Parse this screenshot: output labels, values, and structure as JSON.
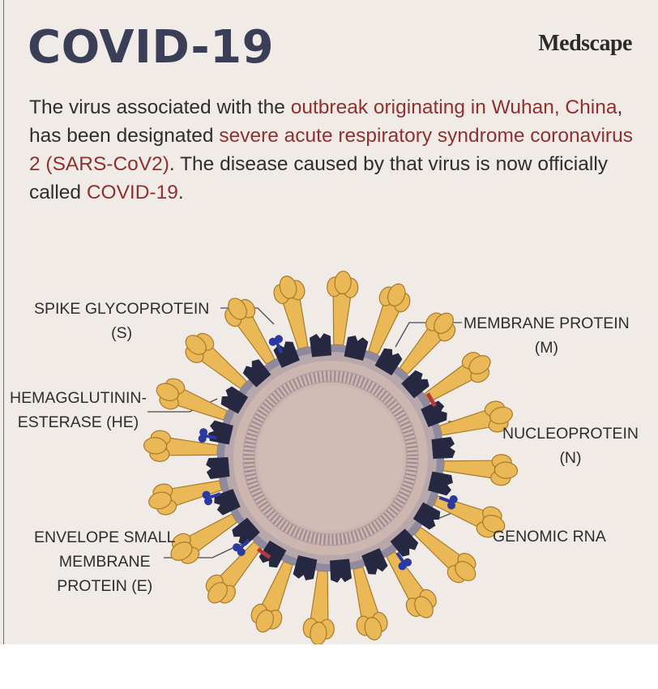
{
  "header": {
    "title": "COVID-19",
    "brand": "Medscape"
  },
  "intro": {
    "p1": "The virus associated with the ",
    "h1": "outbreak originating in Wuhan, China",
    "p2": ", has been designated ",
    "h2": "severe acute respiratory syndrome coronavirus 2 (SARS-CoV2)",
    "p3": ". The disease caused by that virus is now officially called ",
    "h3": "COVID-19",
    "p4": "."
  },
  "labels": {
    "spike_line1": "SPIKE GLYCOPROTEIN",
    "spike_line2": "(S)",
    "membrane_line1": "MEMBRANE PROTEIN",
    "membrane_line2": "(M)",
    "he_line1": "HEMAGGLUTININ-",
    "he_line2": "ESTERASE (HE)",
    "n_line1": "NUCLEOPROTEIN",
    "n_line2": "(N)",
    "envelope_line1": "ENVELOPE SMALL",
    "envelope_line2": "MEMBRANE",
    "envelope_line3": "PROTEIN (E)",
    "rna": "GENOMIC RNA"
  },
  "colors": {
    "background": "#f0ebe6",
    "title": "#3b3e57",
    "highlight": "#8e3130",
    "spike": "#eab856",
    "spike_outline": "#a87a2a",
    "membrane_protein": "#252840",
    "envelope": "#8f8aa0",
    "core": "#cdb6b0",
    "he_protein": "#2a3aa0",
    "e_protein": "#b2383e"
  }
}
